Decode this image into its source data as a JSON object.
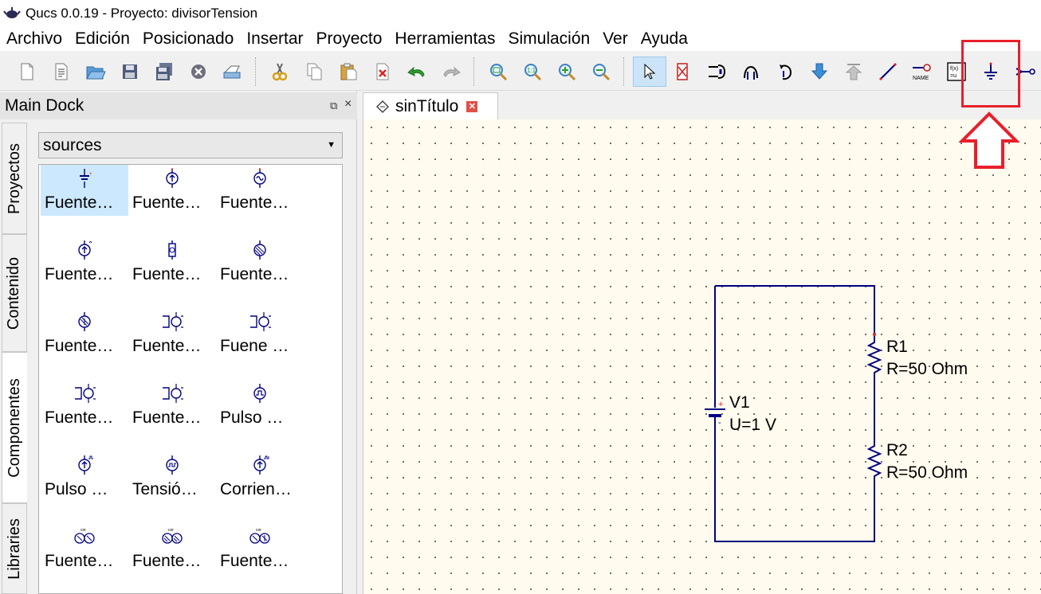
{
  "window": {
    "title": "Qucs 0.0.19 - Proyecto: divisorTension"
  },
  "menu": [
    "Archivo",
    "Edición",
    "Posicionado",
    "Insertar",
    "Proyecto",
    "Herramientas",
    "Simulación",
    "Ver",
    "Ayuda"
  ],
  "toolbar": {
    "icons": [
      "new-file-icon",
      "new-text-icon",
      "open-icon",
      "save-icon",
      "save-all-icon",
      "close-icon",
      "print-icon",
      "cut-icon",
      "copy-icon",
      "paste-icon",
      "delete-icon",
      "undo-icon",
      "redo-icon",
      "zoom-fit-icon",
      "zoom-1to1-icon",
      "zoom-in-icon",
      "zoom-out-icon",
      "select-icon",
      "deactivate-icon",
      "mirror-x-icon",
      "mirror-y-icon",
      "rotate-icon",
      "enter-subcircuit-icon",
      "exit-subcircuit-icon",
      "wire-icon",
      "wire-label-icon",
      "equation-icon",
      "ground-icon",
      "port-icon"
    ],
    "active": "select-icon",
    "highlighted": "ground-icon"
  },
  "dock": {
    "title": "Main Dock",
    "float_glyph": "⧉",
    "close_glyph": "×",
    "tabs": [
      "Proyectos",
      "Contenido",
      "Componentes",
      "Libraries"
    ],
    "active_tab": "Componentes",
    "category": "sources",
    "components": [
      "Fuente…",
      "Fuente…",
      "Fuente…",
      "Fuente…",
      "Fuente…",
      "Fuente…",
      "Fuente…",
      "Fuente…",
      "Fuene …",
      "Fuente…",
      "Fuente…",
      "Pulso …",
      "Pulso …",
      "Tensió…",
      "Corrien…",
      "Fuente…",
      "Fuente…",
      "Fuente…"
    ]
  },
  "document": {
    "tab_title": "sinTítulo",
    "schematic": {
      "v1_name": "V1",
      "v1_value": "U=1 V",
      "r1_name": "R1",
      "r1_value": "R=50 Ohm",
      "r2_name": "R2",
      "r2_value": "R=50 Ohm"
    }
  },
  "colors": {
    "wire": "#000080",
    "canvas": "#fffbee",
    "highlight": "#e8202a",
    "selection": "#cce8ff"
  }
}
